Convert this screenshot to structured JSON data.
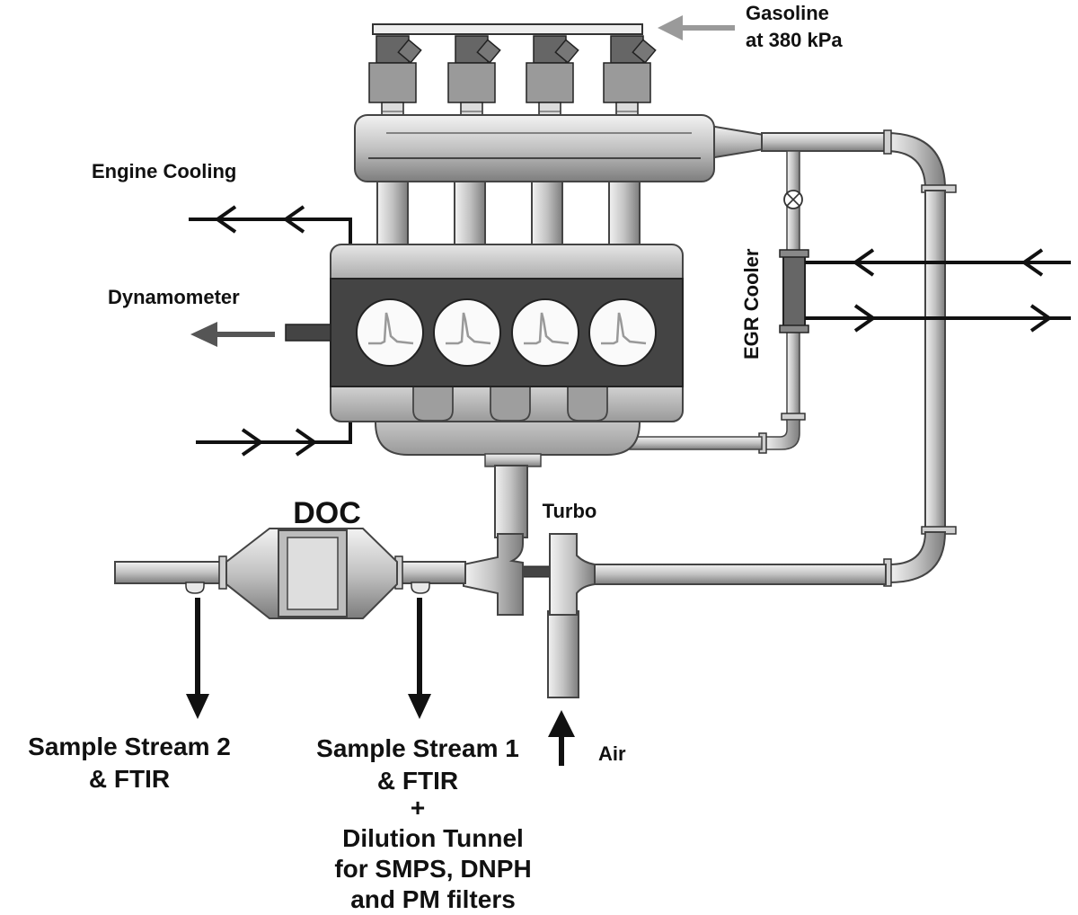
{
  "labels": {
    "gasoline": [
      "Gasoline",
      "at 380 kPa"
    ],
    "engine_cooling": "Engine Cooling",
    "dynamometer": "Dynamometer",
    "egr_cooler": "EGR Cooler",
    "doc": "DOC",
    "turbo": "Turbo",
    "air": "Air",
    "sample_stream_2": [
      "Sample Stream 2",
      "& FTIR"
    ],
    "sample_stream_1": [
      "Sample Stream 1",
      "& FTIR",
      "+",
      "Dilution Tunnel",
      "for SMPS, DNPH",
      "and PM filters"
    ]
  },
  "colors": {
    "pipe": "#b4b4b4",
    "pipe_edge": "#4a4a4a",
    "engine_block": "#444444",
    "arrow": "#111111",
    "grey_arrow": "#9a9a9a",
    "dark_arrow": "#555555"
  }
}
